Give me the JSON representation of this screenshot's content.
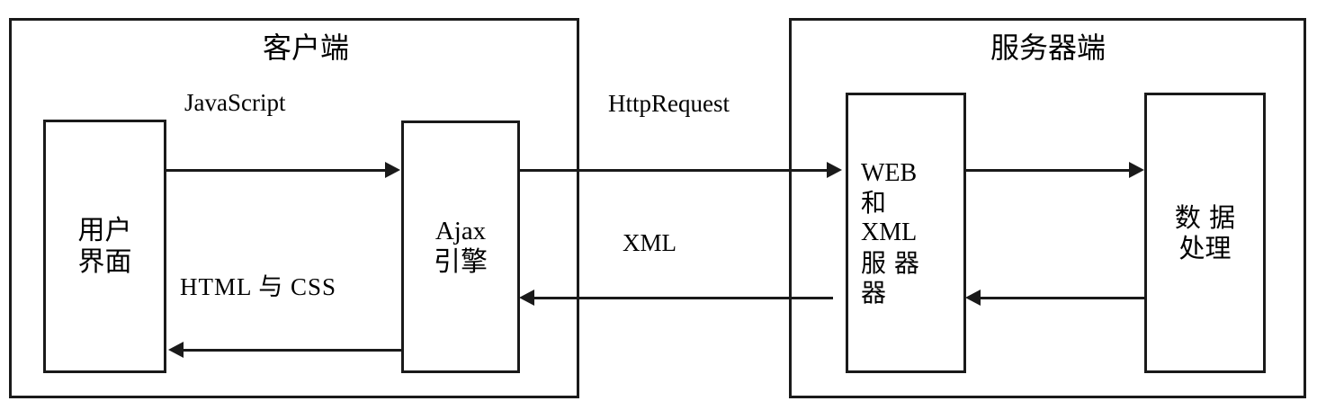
{
  "diagram": {
    "title": "Ajax Architecture Diagram",
    "background": "#ffffff",
    "stroke_color": "#1a1a1a",
    "zones": [
      {
        "id": "client",
        "label": "客户端"
      },
      {
        "id": "server",
        "label": "服务器端"
      }
    ],
    "nodes": [
      {
        "id": "user-interface",
        "lines": [
          "用户",
          "界面"
        ]
      },
      {
        "id": "ajax-engine",
        "lines": [
          "Ajax",
          "引擎"
        ]
      },
      {
        "id": "web-xml-server",
        "lines": [
          "WEB",
          "和",
          "XML",
          "服 器",
          "器"
        ]
      },
      {
        "id": "data-processing",
        "lines": [
          "数 据",
          "处理"
        ]
      }
    ],
    "edge_labels": [
      {
        "id": "javascript",
        "text": "JavaScript"
      },
      {
        "id": "html-css",
        "text": "HTML 与 CSS"
      },
      {
        "id": "http-request",
        "text": "HttpRequest"
      },
      {
        "id": "xml",
        "text": "XML"
      }
    ]
  }
}
